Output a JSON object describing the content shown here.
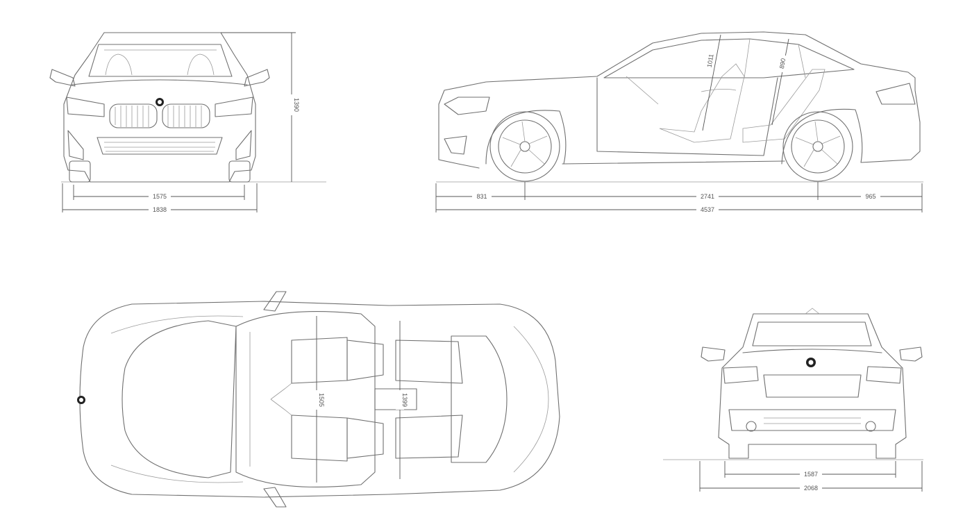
{
  "views": {
    "front": {
      "track_front": "1575",
      "width": "1838",
      "height": "1390"
    },
    "side": {
      "front_overhang": "831",
      "wheelbase": "2741",
      "rear_overhang": "965",
      "length": "4537",
      "headroom_front": "1011",
      "headroom_rear": "890"
    },
    "top": {
      "shoulder_front": "1505",
      "shoulder_rear": "1399"
    },
    "rear": {
      "track_rear": "1587",
      "width_mirrors": "2068"
    }
  },
  "icons": [
    "bmw-logo-icon"
  ],
  "colors": {
    "line": "#6f6f6f",
    "dimension": "#555555",
    "background": "#ffffff"
  }
}
